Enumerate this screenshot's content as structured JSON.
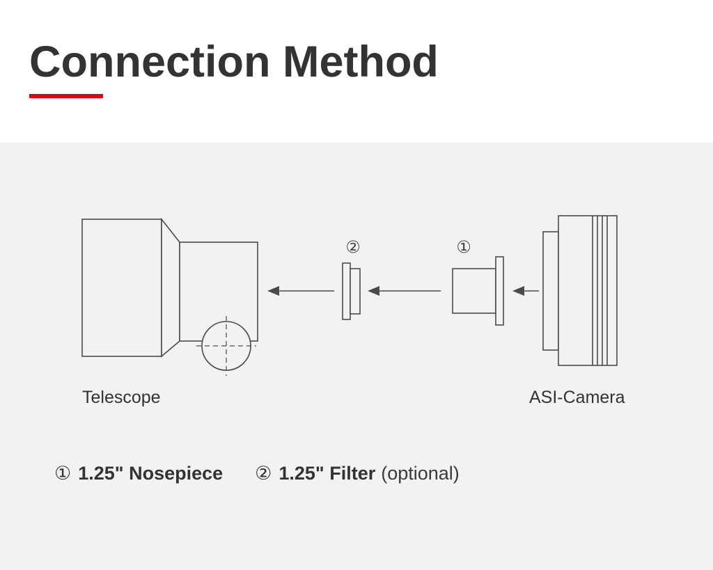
{
  "title": "Connection Method",
  "colors": {
    "accent_red": "#e60012",
    "panel_bg": "#f2f2f2",
    "line": "#4a4a4a",
    "text": "#333333"
  },
  "diagram": {
    "telescope_label": "Telescope",
    "camera_label": "ASI-Camera",
    "nosepiece_marker": "①",
    "filter_marker": "②"
  },
  "legend": {
    "items": [
      {
        "marker": "①",
        "label": "1.25\" Nosepiece",
        "note": ""
      },
      {
        "marker": "②",
        "label": "1.25\" Filter",
        "note": "(optional)"
      }
    ]
  }
}
